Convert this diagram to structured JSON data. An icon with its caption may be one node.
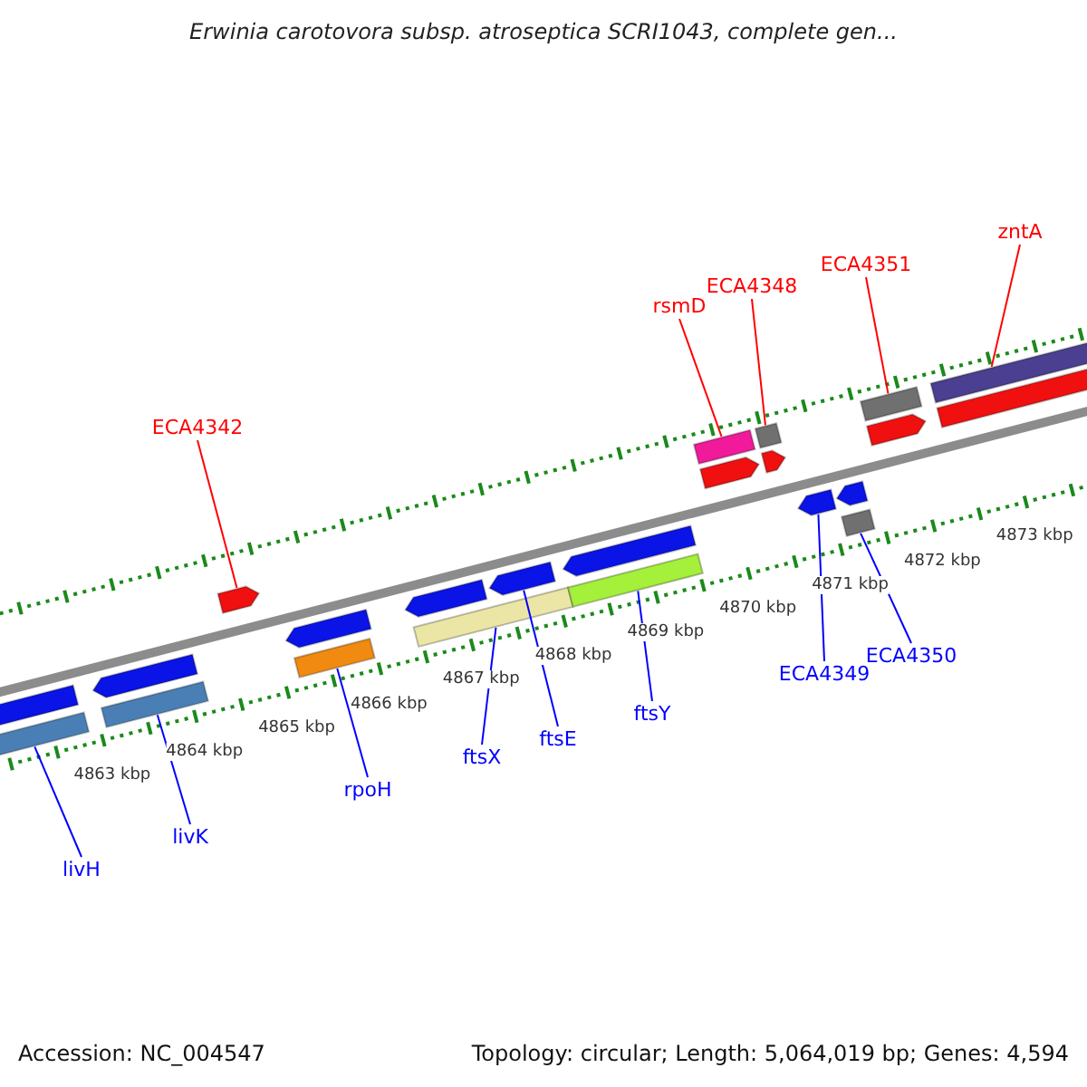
{
  "diagram": {
    "title": "Erwinia carotovora subsp. atroseptica SCRI1043, complete gen...",
    "nodes": [
      {
        "text": [
          "zntA"
        ]
      },
      {
        "text": [
          "ECA4351"
        ]
      },
      {
        "text": [
          "ECA4348"
        ]
      },
      {
        "text": [
          "rsmD"
        ]
      },
      {
        "text": [
          "ECA4342"
        ]
      },
      {
        "text": [
          "ECA4350"
        ]
      },
      {
        "text": [
          "ECA4349"
        ]
      },
      {
        "text": [
          "ftsY"
        ]
      },
      {
        "text": [
          "ftsE"
        ]
      },
      {
        "text": [
          "ftsX"
        ]
      },
      {
        "text": [
          "rpoH"
        ]
      },
      {
        "text": [
          "livK"
        ]
      },
      {
        "text": [
          "livH"
        ]
      },
      {
        "text": [],
        "shape": "arrow"
      },
      {
        "text": [],
        "shape": "bar"
      },
      {
        "text": [],
        "shape": "arrow"
      },
      {
        "text": [],
        "shape": "bar"
      },
      {
        "text": [],
        "shape": "arrow"
      },
      {
        "text": [],
        "shape": "arrow"
      },
      {
        "text": [],
        "shape": "bar"
      },
      {
        "text": [],
        "shape": "arrow"
      },
      {
        "text": [],
        "shape": "bar"
      },
      {
        "text": [],
        "shape": "arrow"
      },
      {
        "text": [],
        "shape": "arrow"
      },
      {
        "text": [],
        "shape": "bar"
      },
      {
        "text": [],
        "shape": "bar"
      },
      {
        "text": [],
        "shape": "arrow"
      },
      {
        "text": [],
        "shape": "bar"
      },
      {
        "text": [],
        "shape": "arrow"
      },
      {
        "text": [],
        "shape": "arrow"
      },
      {
        "text": [],
        "shape": "arrow"
      },
      {
        "text": [],
        "shape": "bar"
      },
      {
        "text": [],
        "shape": "bar"
      },
      {
        "text": [],
        "shape": "arrow"
      },
      {
        "text": [],
        "shape": "bar"
      },
      {
        "text": [],
        "shape": "bar"
      }
    ],
    "edges": [
      {
        "from": 0,
        "to": 34,
        "arrow": "none",
        "color": "#ff0000"
      },
      {
        "from": 1,
        "to": 32,
        "arrow": "none",
        "color": "#ff0000"
      },
      {
        "from": 2,
        "to": 27,
        "arrow": "none",
        "color": "#ff0000"
      },
      {
        "from": 3,
        "to": 25,
        "arrow": "none",
        "color": "#ff0000"
      },
      {
        "from": 4,
        "to": 17,
        "arrow": "none",
        "color": "#ff0000"
      },
      {
        "from": 5,
        "to": 31,
        "arrow": "none"
      },
      {
        "from": 6,
        "to": 29,
        "arrow": "none"
      },
      {
        "from": 7,
        "to": 24,
        "arrow": "none"
      },
      {
        "from": 8,
        "to": 22,
        "arrow": "none"
      },
      {
        "from": 9,
        "to": 21,
        "arrow": "none"
      },
      {
        "from": 10,
        "to": 19,
        "arrow": "none"
      },
      {
        "from": 11,
        "to": 16,
        "arrow": "none"
      },
      {
        "from": 12,
        "to": 14,
        "arrow": "none"
      }
    ],
    "labels": [
      "4863 kbp",
      "4864 kbp",
      "4865 kbp",
      "4866 kbp",
      "4867 kbp",
      "4868 kbp",
      "4869 kbp",
      "4870 kbp",
      "4871 kbp",
      "4872 kbp",
      "4873 kbp",
      "Accession: NC_004547",
      "Topology: circular; Length: 5,064,019 bp; Genes: 4,594"
    ]
  }
}
